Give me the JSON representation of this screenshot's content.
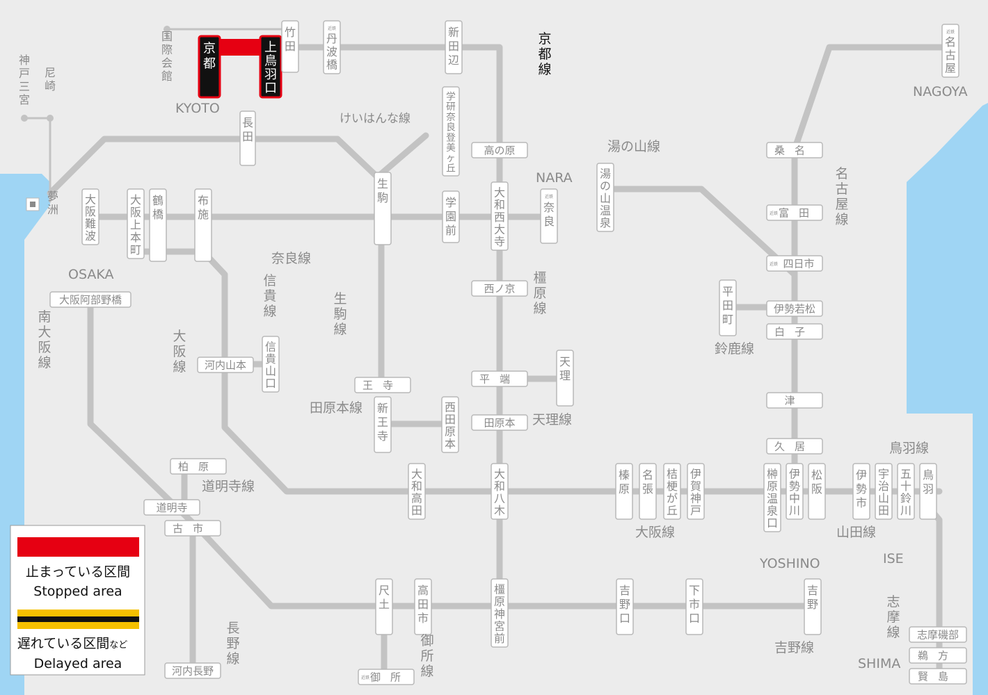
{
  "colors": {
    "sea": "#9fd5f4",
    "land": "#ececec",
    "line": "#c3c3c3",
    "label": "#8a8a8a",
    "box_border": "#b8b8b8",
    "stopped": "#e60012",
    "delayed_yellow": "#f5c000",
    "black": "#111111"
  },
  "badge": "近鉄",
  "stations": {
    "kyoto": "京都",
    "kamitobaguchi": "上鳥羽口",
    "takeda": "竹田",
    "tambabashi": "丹波橋",
    "shintanabe": "新田辺",
    "kokusaikaikan": "国際会館",
    "gakkenaratomigaoka": "学研奈良登美ヶ丘",
    "takanohara": "高の原",
    "nagata": "長田",
    "ikoma": "生駒",
    "gakuenmae": "学園前",
    "yamatosaidaiji": "大和西大寺",
    "nara": "奈良",
    "osakanamba": "大阪難波",
    "osakauehommachi": "大阪上本町",
    "tsuruhashi": "鶴橋",
    "fuse": "布施",
    "kobesannomiya": "神戸三宮",
    "amagasaki": "尼崎",
    "yumeshima": "夢洲",
    "osakaabenobashi": "大阪阿部野橋",
    "kawachiyamamoto": "河内山本",
    "shigisanguchi": "信貴山口",
    "oji": "王寺",
    "shinoji": "新王寺",
    "nishitawaramoto": "西田原本",
    "saidaijinishinokyo": "西ノ京",
    "hirahata": "平端",
    "tenri": "天理",
    "tawaramoto": "田原本",
    "kashiwara": "柏原",
    "domyoji": "道明寺",
    "furuichi": "古市",
    "yamatotakada": "大和高田",
    "yamatoyagi": "大和八木",
    "haibara": "榛原",
    "nabari": "名張",
    "kikyogaoka": "桔梗が丘",
    "igakambe": "伊賀神戸",
    "sakakibaraonsenguchi": "榊原温泉口",
    "iseshikawa": "伊勢中川",
    "matsusaka": "松阪",
    "iseshi": "伊勢市",
    "ujiyamada": "宇治山田",
    "isuzugawa": "五十鈴川",
    "toba": "鳥羽",
    "shakudo": "尺土",
    "takadashi": "高田市",
    "kashiharajingumae": "橿原神宮前",
    "yoshinoguchi": "吉野口",
    "shimoichiguchi": "下市口",
    "yoshino": "吉野",
    "gose": "御所",
    "kawachinagano": "河内長野",
    "yunoyamaonsen": "湯の山温泉",
    "nagoya": "名古屋",
    "kuwana": "桑名",
    "tomida": "富田",
    "yokkaichi": "四日市",
    "hiratacho": "平田町",
    "isewakamatsu": "伊勢若松",
    "shiroko": "白子",
    "tsu": "津",
    "hisai": "久居",
    "shimaisobe": "志摩磯部",
    "ugata": "鵜方",
    "kashikojima": "賢島"
  },
  "lines": {
    "kyoto": "京都線",
    "keihanna": "けいはんな線",
    "yunoyama": "湯の山線",
    "nagoya": "名古屋線",
    "nara": "奈良線",
    "shigi": "信貴線",
    "ikoma": "生駒線",
    "kashihara": "橿原線",
    "minamiosaka": "南大阪線",
    "osaka": "大阪線",
    "tawaramoto": "田原本線",
    "tenri": "天理線",
    "domyoji": "道明寺線",
    "suzuka": "鈴鹿線",
    "toba": "鳥羽線",
    "yamada": "山田線",
    "gose": "御所線",
    "nagano": "長野線",
    "yoshino": "吉野線",
    "shima": "志摩線"
  },
  "regions": {
    "kyoto": "KYOTO",
    "nara": "NARA",
    "osaka": "OSAKA",
    "nagoya": "NAGOYA",
    "yoshino": "YOSHINO",
    "ise": "ISE",
    "shima": "SHIMA"
  },
  "legend": {
    "stopped_jp": "止まっている区間",
    "stopped_en": "Stopped area",
    "delayed_jp": "遅れている区間",
    "delayed_jp_small": "など",
    "delayed_en": "Delayed area"
  }
}
